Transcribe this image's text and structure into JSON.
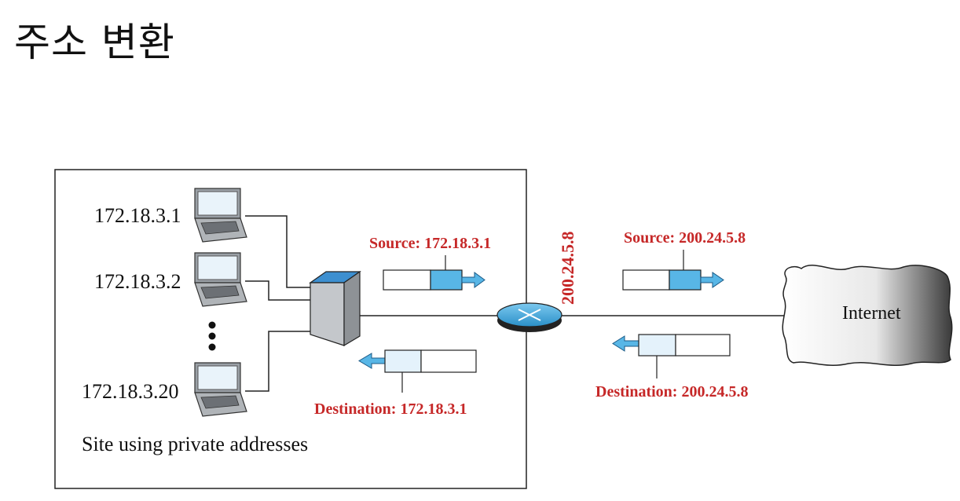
{
  "title": "주소 변환",
  "hosts": [
    {
      "ip": "172.18.3.1"
    },
    {
      "ip": "172.18.3.2"
    },
    {
      "ip": "172.18.3.20"
    }
  ],
  "site_label": "Site using private addresses",
  "router_ip": "200.24.5.8",
  "internet_label": "Internet",
  "inside_packets": {
    "outgoing_label": "Source: 172.18.3.1",
    "incoming_label": "Destination: 172.18.3.1"
  },
  "outside_packets": {
    "outgoing_label": "Source: 200.24.5.8",
    "incoming_label": "Destination: 200.24.5.8"
  },
  "colors": {
    "label_red": "#c62828",
    "packet_blue": "#58b6e6",
    "packet_light": "#e4f2fb",
    "router": "#3aa7e0"
  }
}
